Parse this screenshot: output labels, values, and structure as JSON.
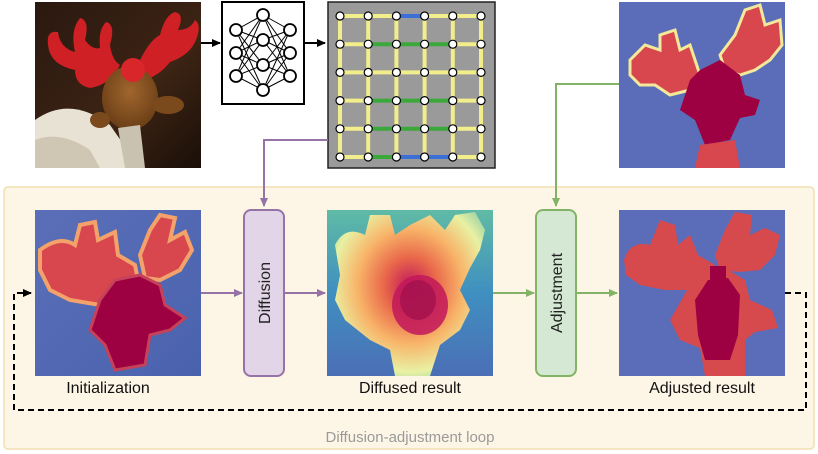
{
  "labels": {
    "initialization": "Initialization",
    "diffused": "Diffused result",
    "adjusted": "Adjusted result",
    "loop": "Diffusion-adjustment loop"
  },
  "blocks": {
    "diffusion": "Diffusion",
    "adjustment": "Adjustment"
  },
  "colors": {
    "loop_fill": "#fdf6e6",
    "loop_border": "#f0dfb0",
    "diffusion_fill": "#e1d5e7",
    "diffusion_border": "#9673a6",
    "adjustment_fill": "#d5e8d4",
    "adjustment_border": "#82b366",
    "map_red": "#d64a4e",
    "map_blue": "#5a6cb8",
    "map_dark": "#9e0142"
  },
  "icons": [
    "neural-network-icon",
    "grid-graph-icon",
    "photo-reindeer-toy",
    "depth-map-image"
  ]
}
